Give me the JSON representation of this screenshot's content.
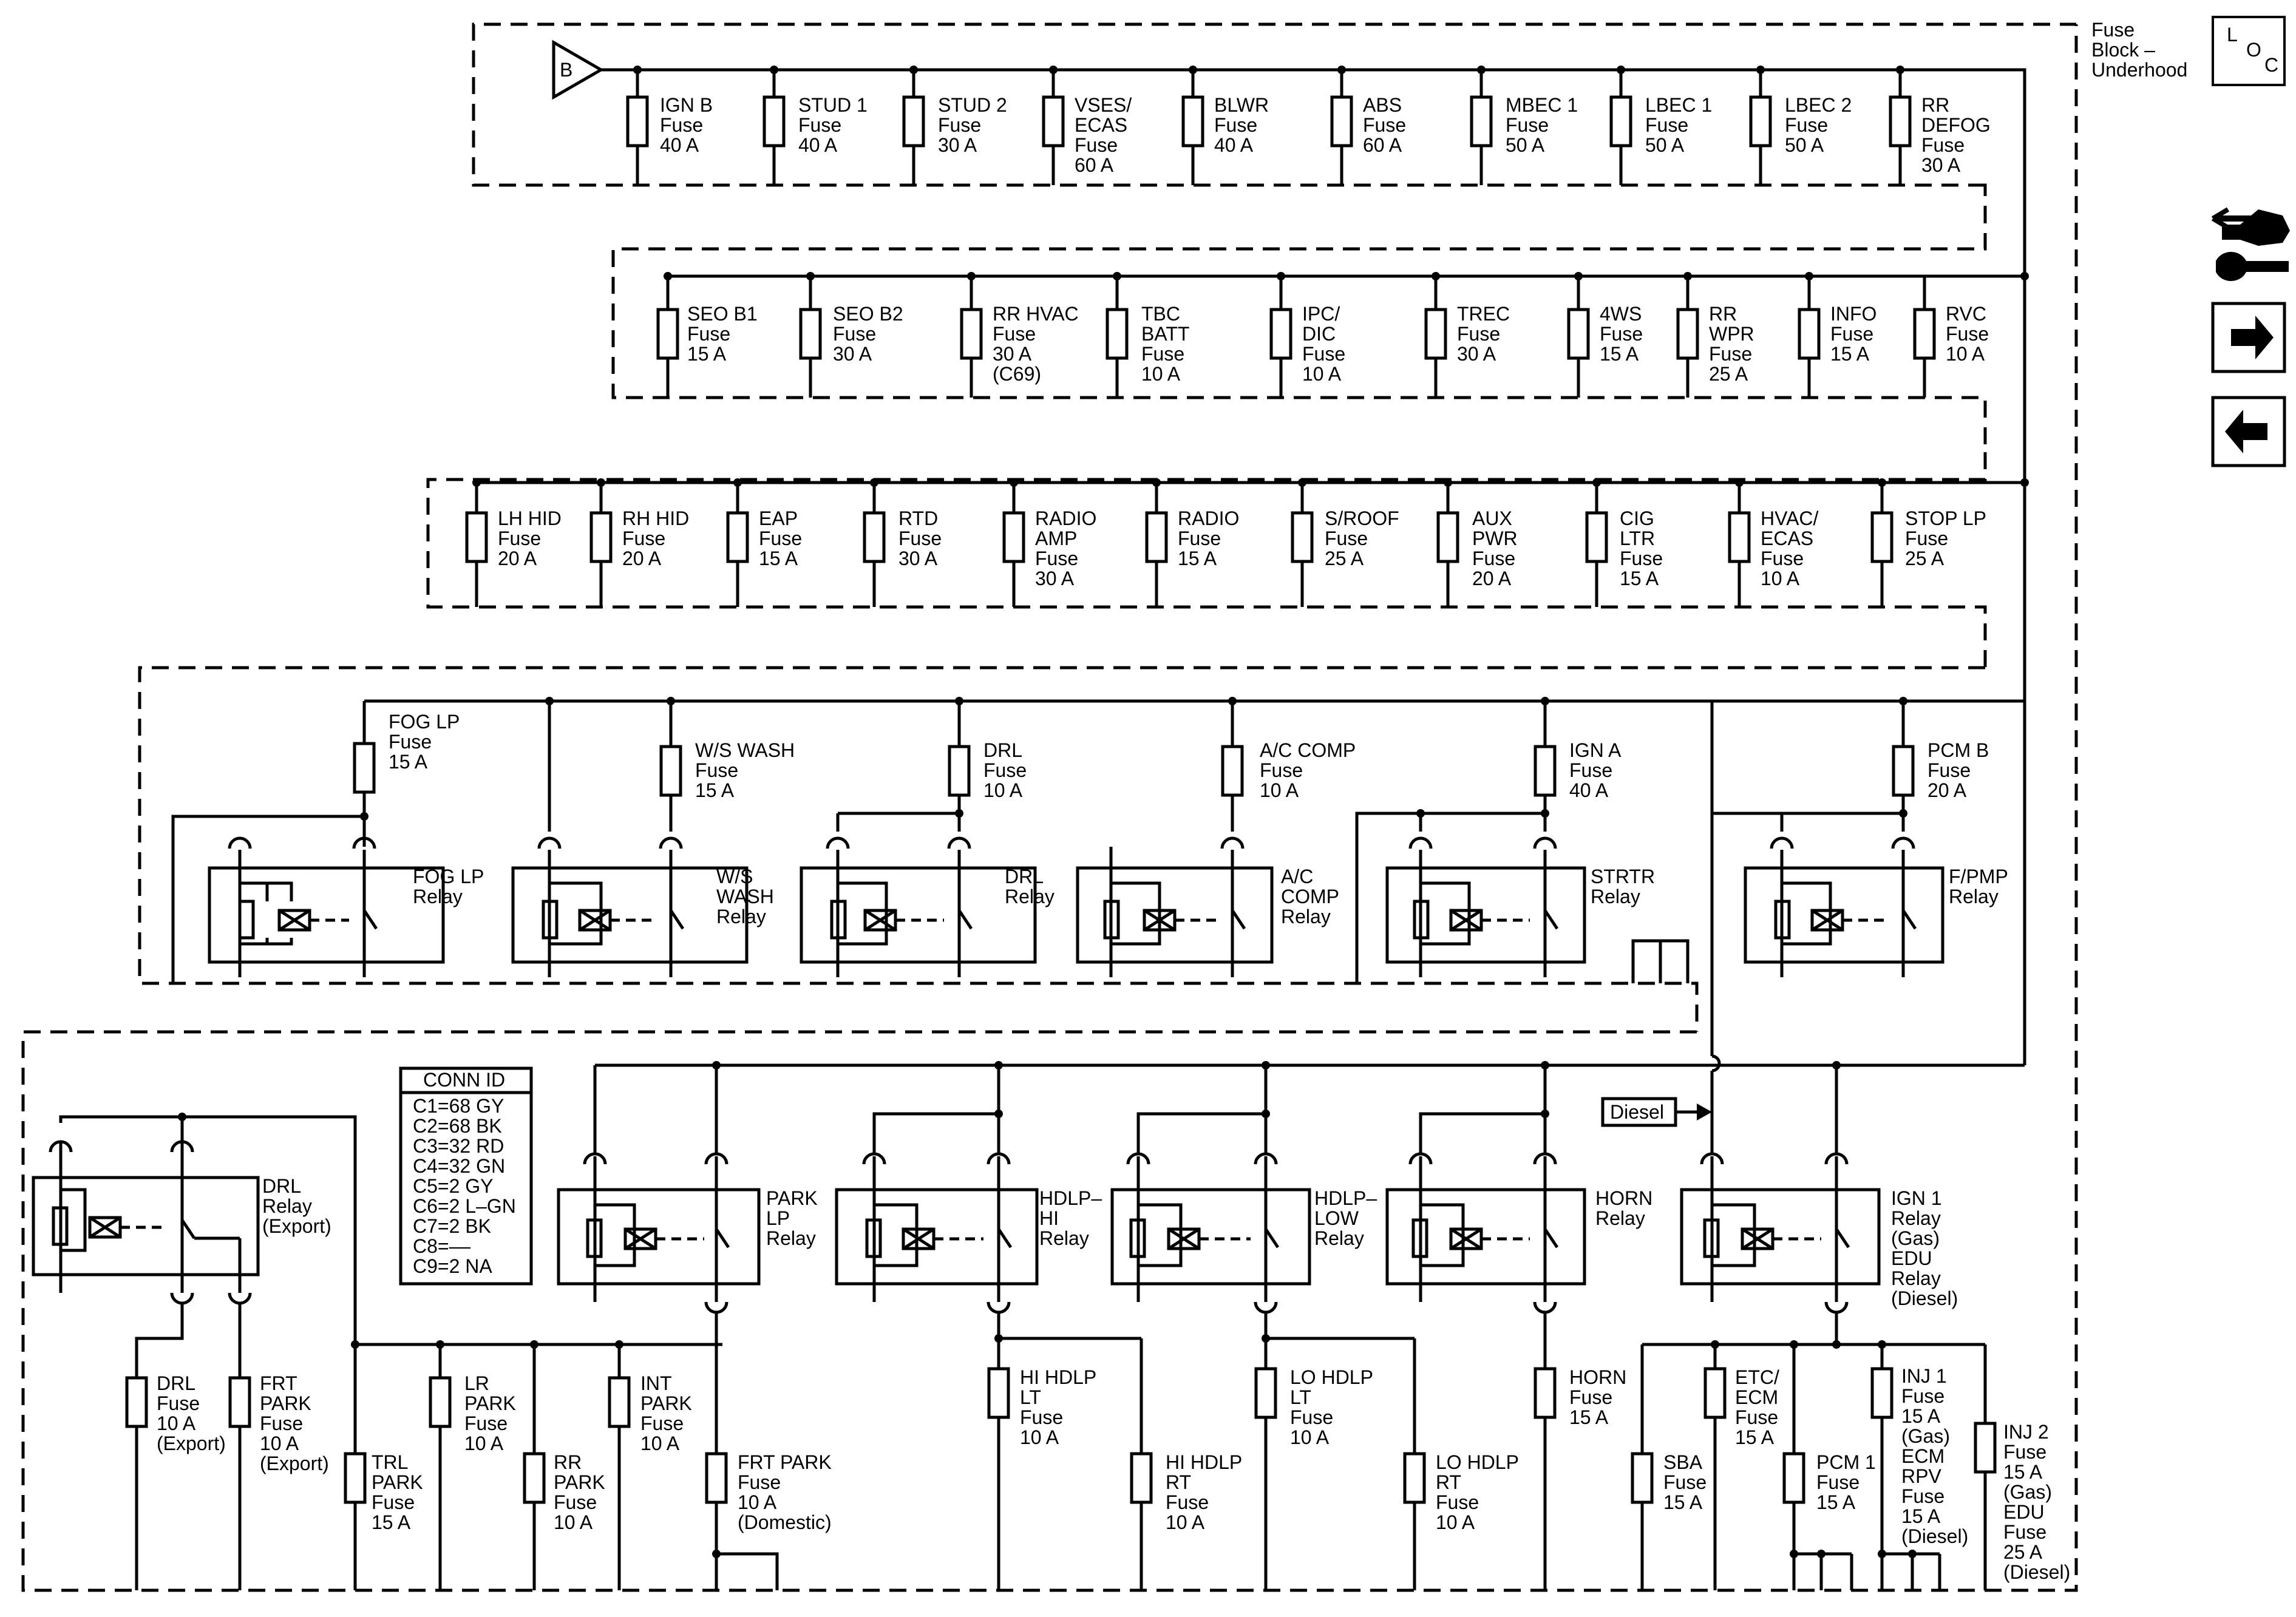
{
  "header": {
    "block_name": [
      "Fuse",
      "Block –",
      "Underhood"
    ],
    "loc_letters": [
      "L",
      "O",
      "C"
    ],
    "battery_label": "B"
  },
  "fuses": [
    {
      "lines": [
        "IGN B",
        "Fuse",
        "40 A"
      ]
    },
    {
      "lines": [
        "STUD 1",
        "Fuse",
        "40 A"
      ]
    },
    {
      "lines": [
        "STUD 2",
        "Fuse",
        "30 A"
      ]
    },
    {
      "lines": [
        "VSES/",
        "ECAS",
        "Fuse",
        "60 A"
      ]
    },
    {
      "lines": [
        "BLWR",
        "Fuse",
        "40 A"
      ]
    },
    {
      "lines": [
        "ABS",
        "Fuse",
        "60 A"
      ]
    },
    {
      "lines": [
        "MBEC 1",
        "Fuse",
        "50 A"
      ]
    },
    {
      "lines": [
        "LBEC 1",
        "Fuse",
        "50 A"
      ]
    },
    {
      "lines": [
        "LBEC 2",
        "Fuse",
        "50 A"
      ]
    },
    {
      "lines": [
        "RR",
        "DEFOG",
        "Fuse",
        "30 A"
      ]
    },
    {
      "lines": [
        "SEO B1",
        "Fuse",
        "15 A"
      ]
    },
    {
      "lines": [
        "SEO B2",
        "Fuse",
        "30 A"
      ]
    },
    {
      "lines": [
        "RR HVAC",
        "Fuse",
        "30 A",
        "(C69)"
      ]
    },
    {
      "lines": [
        "TBC",
        "BATT",
        "Fuse",
        "10 A"
      ]
    },
    {
      "lines": [
        "IPC/",
        "DIC",
        "Fuse",
        "10 A"
      ]
    },
    {
      "lines": [
        "TREC",
        "Fuse",
        "30 A"
      ]
    },
    {
      "lines": [
        "4WS",
        "Fuse",
        "15 A"
      ]
    },
    {
      "lines": [
        "RR",
        "WPR",
        "Fuse",
        "25 A"
      ]
    },
    {
      "lines": [
        "INFO",
        "Fuse",
        "15 A"
      ]
    },
    {
      "lines": [
        "RVC",
        "Fuse",
        "10 A"
      ]
    },
    {
      "lines": [
        "LH HID",
        "Fuse",
        "20 A"
      ]
    },
    {
      "lines": [
        "RH HID",
        "Fuse",
        "20 A"
      ]
    },
    {
      "lines": [
        "EAP",
        "Fuse",
        "15 A"
      ]
    },
    {
      "lines": [
        "RTD",
        "Fuse",
        "30 A"
      ]
    },
    {
      "lines": [
        "RADIO",
        "AMP",
        "Fuse",
        "30 A"
      ]
    },
    {
      "lines": [
        "RADIO",
        "Fuse",
        "15 A"
      ]
    },
    {
      "lines": [
        "S/ROOF",
        "Fuse",
        "25 A"
      ]
    },
    {
      "lines": [
        "AUX",
        "PWR",
        "Fuse",
        "20 A"
      ]
    },
    {
      "lines": [
        "CIG",
        "LTR",
        "Fuse",
        "15 A"
      ]
    },
    {
      "lines": [
        "HVAC/",
        "ECAS",
        "Fuse",
        "10 A"
      ]
    },
    {
      "lines": [
        "STOP LP",
        "Fuse",
        "25 A"
      ]
    },
    {
      "lines": [
        "FOG LP",
        "Fuse",
        "15 A"
      ]
    },
    {
      "lines": [
        "W/S WASH",
        "Fuse",
        "15 A"
      ]
    },
    {
      "lines": [
        "DRL",
        "Fuse",
        "10 A"
      ]
    },
    {
      "lines": [
        "A/C COMP",
        "Fuse",
        "10 A"
      ]
    },
    {
      "lines": [
        "IGN A",
        "Fuse",
        "40 A"
      ]
    },
    {
      "lines": [
        "PCM B",
        "Fuse",
        "20 A"
      ]
    },
    {
      "lines": [
        "DRL",
        "Fuse",
        "10 A",
        "(Export)"
      ]
    },
    {
      "lines": [
        "FRT",
        "PARK",
        "Fuse",
        "10 A",
        "(Export)"
      ]
    },
    {
      "lines": [
        "TRL",
        "PARK",
        "Fuse",
        "15 A"
      ]
    },
    {
      "lines": [
        "LR",
        "PARK",
        "Fuse",
        "10 A"
      ]
    },
    {
      "lines": [
        "RR",
        "PARK",
        "Fuse",
        "10 A"
      ]
    },
    {
      "lines": [
        "INT",
        "PARK",
        "Fuse",
        "10 A"
      ]
    },
    {
      "lines": [
        "FRT PARK",
        "Fuse",
        "10 A",
        "(Domestic)"
      ]
    },
    {
      "lines": [
        "HI HDLP",
        "LT",
        "Fuse",
        "10 A"
      ]
    },
    {
      "lines": [
        "HI HDLP",
        "RT",
        "Fuse",
        "10 A"
      ]
    },
    {
      "lines": [
        "LO HDLP",
        "LT",
        "Fuse",
        "10 A"
      ]
    },
    {
      "lines": [
        "LO HDLP",
        "RT",
        "Fuse",
        "10 A"
      ]
    },
    {
      "lines": [
        "HORN",
        "Fuse",
        "15 A"
      ]
    },
    {
      "lines": [
        "SBA",
        "Fuse",
        "15 A"
      ]
    },
    {
      "lines": [
        "ETC/",
        "ECM",
        "Fuse",
        "15 A"
      ]
    },
    {
      "lines": [
        "PCM 1",
        "Fuse",
        "15 A"
      ]
    },
    {
      "lines": [
        "INJ 1",
        "Fuse",
        "15 A",
        "(Gas)",
        "ECM",
        "RPV",
        "Fuse",
        "15 A",
        "(Diesel)"
      ]
    },
    {
      "lines": [
        "INJ 2",
        "Fuse",
        "15 A",
        "(Gas)",
        "EDU",
        "Fuse",
        "25 A",
        "(Diesel)"
      ]
    }
  ],
  "relays": [
    {
      "lines": [
        "FOG LP",
        "Relay"
      ]
    },
    {
      "lines": [
        "W/S",
        "WASH",
        "Relay"
      ]
    },
    {
      "lines": [
        "DRL",
        "Relay"
      ]
    },
    {
      "lines": [
        "A/C",
        "COMP",
        "Relay"
      ]
    },
    {
      "lines": [
        "STRTR",
        "Relay"
      ]
    },
    {
      "lines": [
        "F/PMP",
        "Relay"
      ]
    },
    {
      "lines": [
        "DRL",
        "Relay",
        "(Export)"
      ]
    },
    {
      "lines": [
        "PARK",
        "LP",
        "Relay"
      ]
    },
    {
      "lines": [
        "HDLP–",
        "HI",
        "Relay"
      ]
    },
    {
      "lines": [
        "HDLP–",
        "LOW",
        "Relay"
      ]
    },
    {
      "lines": [
        "HORN",
        "Relay"
      ]
    },
    {
      "lines": [
        "IGN 1",
        "Relay",
        "(Gas)",
        "EDU",
        "Relay",
        "(Diesel)"
      ]
    }
  ],
  "conn_id": {
    "title": "CONN ID",
    "rows": [
      "C1=68 GY",
      "C2=68 BK",
      "C3=32 RD",
      "C4=32 GN",
      "C5=2 GY",
      "C6=2 L–GN",
      "C7=2 BK",
      "C8=––",
      "C9=2 NA"
    ]
  },
  "diesel_tag": "Diesel",
  "icons": [
    "loc-icon",
    "connector-tools-icon",
    "next-page-arrow-icon",
    "previous-page-arrow-icon"
  ]
}
